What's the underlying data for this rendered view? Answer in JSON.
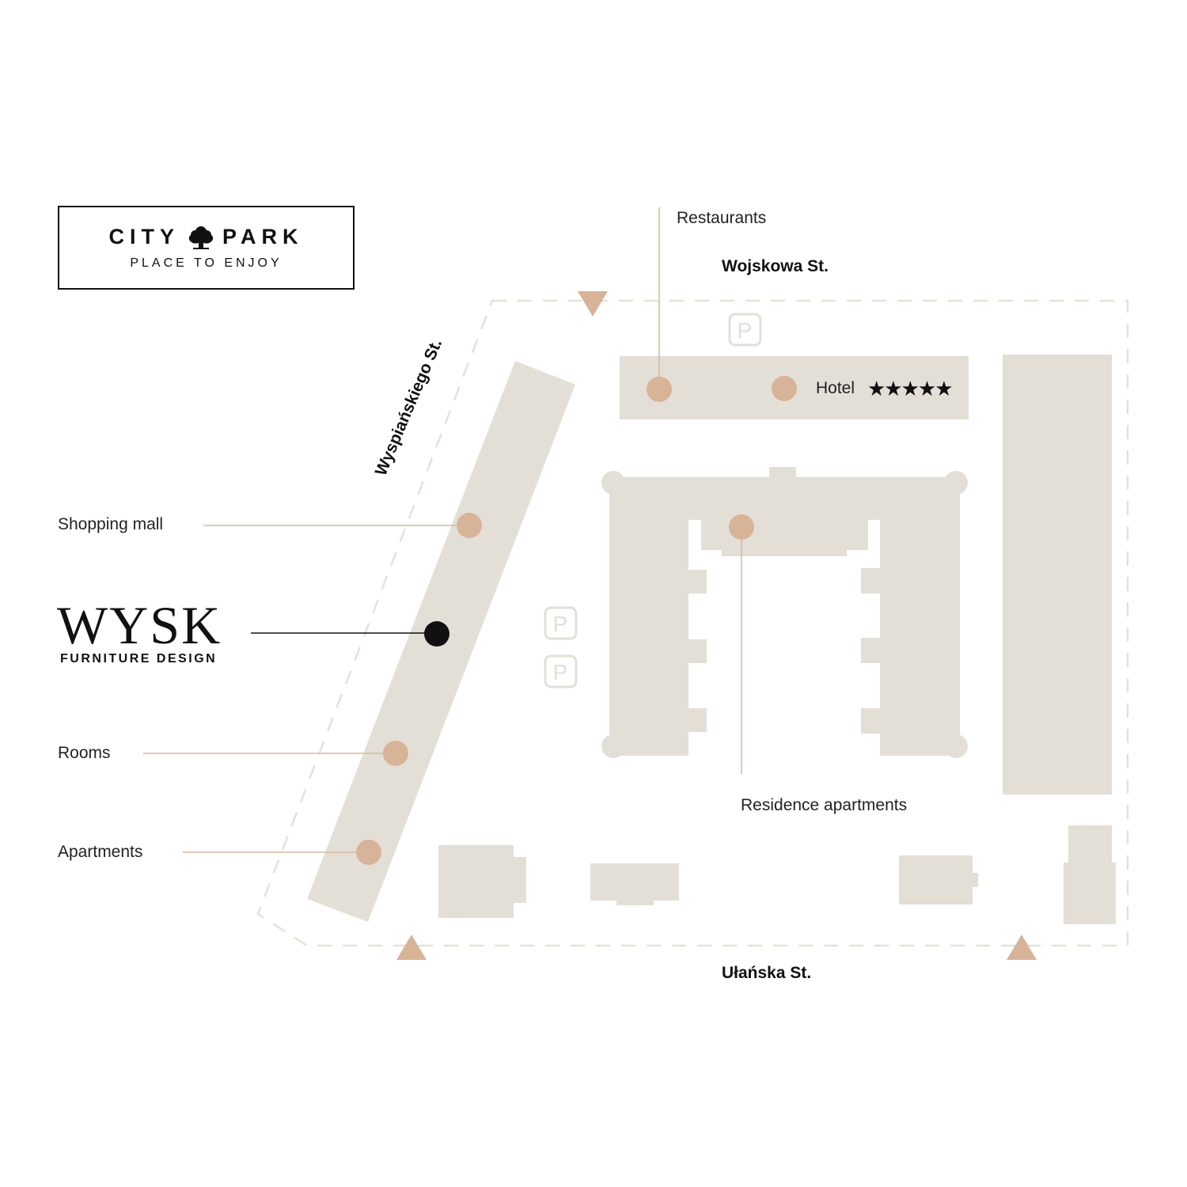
{
  "logo": {
    "line1_left": "CITY",
    "line1_right": "PARK",
    "tagline": "PLACE TO ENJOY"
  },
  "brand": {
    "name": "WYSK",
    "subtitle": "FURNITURE DESIGN"
  },
  "streets": {
    "north": "Wojskowa St.",
    "south": "Ułańska St.",
    "west": "Wyspiańskiego St."
  },
  "labels": {
    "restaurants": "Restaurants",
    "hotel": "Hotel",
    "hotel_stars": "★★★★★",
    "shopping_mall": "Shopping mall",
    "rooms": "Rooms",
    "apartments": "Apartments",
    "residence": "Residence apartments"
  },
  "parking": {
    "symbol": "P"
  },
  "colors": {
    "building": "#e3dfd7",
    "pin": "#d7b398",
    "boundary": "#e6e1d8",
    "line": "#d8b9a2",
    "highlight": "#111111"
  }
}
